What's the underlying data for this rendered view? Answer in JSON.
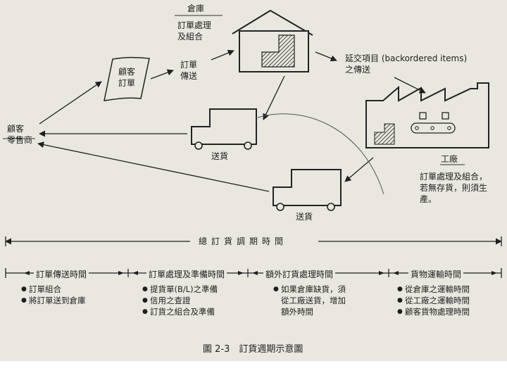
{
  "customer": {
    "line1": "顧客",
    "line2": "零售商"
  },
  "customer_order": {
    "line1": "顧客",
    "line2": "訂單"
  },
  "order_transmission": {
    "line1": "訂單",
    "line2": "傳送"
  },
  "warehouse": {
    "title": "倉庫",
    "line1": "訂單處理",
    "line2": "及組合"
  },
  "backorder": {
    "line1": "延交項目 (backordered items)",
    "line2": "之傳送"
  },
  "factory": {
    "title": "工廠",
    "line1": "訂單處理及組合，",
    "line2": "若無存貨，則須生",
    "line3": "產。"
  },
  "truck_upper_label": "送貨",
  "truck_lower_label": "送貨",
  "total_cycle_label": "總訂貨調期時間",
  "phases": [
    {
      "label": "訂單傳送時間",
      "items": [
        "訂單組合",
        "將訂單送到倉庫"
      ]
    },
    {
      "label": "訂單處理及準備時間",
      "items": [
        "提貨單(B/L)之準備",
        "信用之查證",
        "訂貨之組合及準備"
      ]
    },
    {
      "label": "額外訂貨處理時間",
      "items": [
        "如果倉庫缺貨，須",
        "從工廠送貨，增加",
        "額外時間"
      ]
    },
    {
      "label": "貨物運輸時間",
      "items": [
        "從倉庫之運輸時間",
        "從工廠之運輸時間",
        "顧客貨物處理時間"
      ]
    }
  ],
  "caption": "圖 2-3　訂貨週期示意圖"
}
